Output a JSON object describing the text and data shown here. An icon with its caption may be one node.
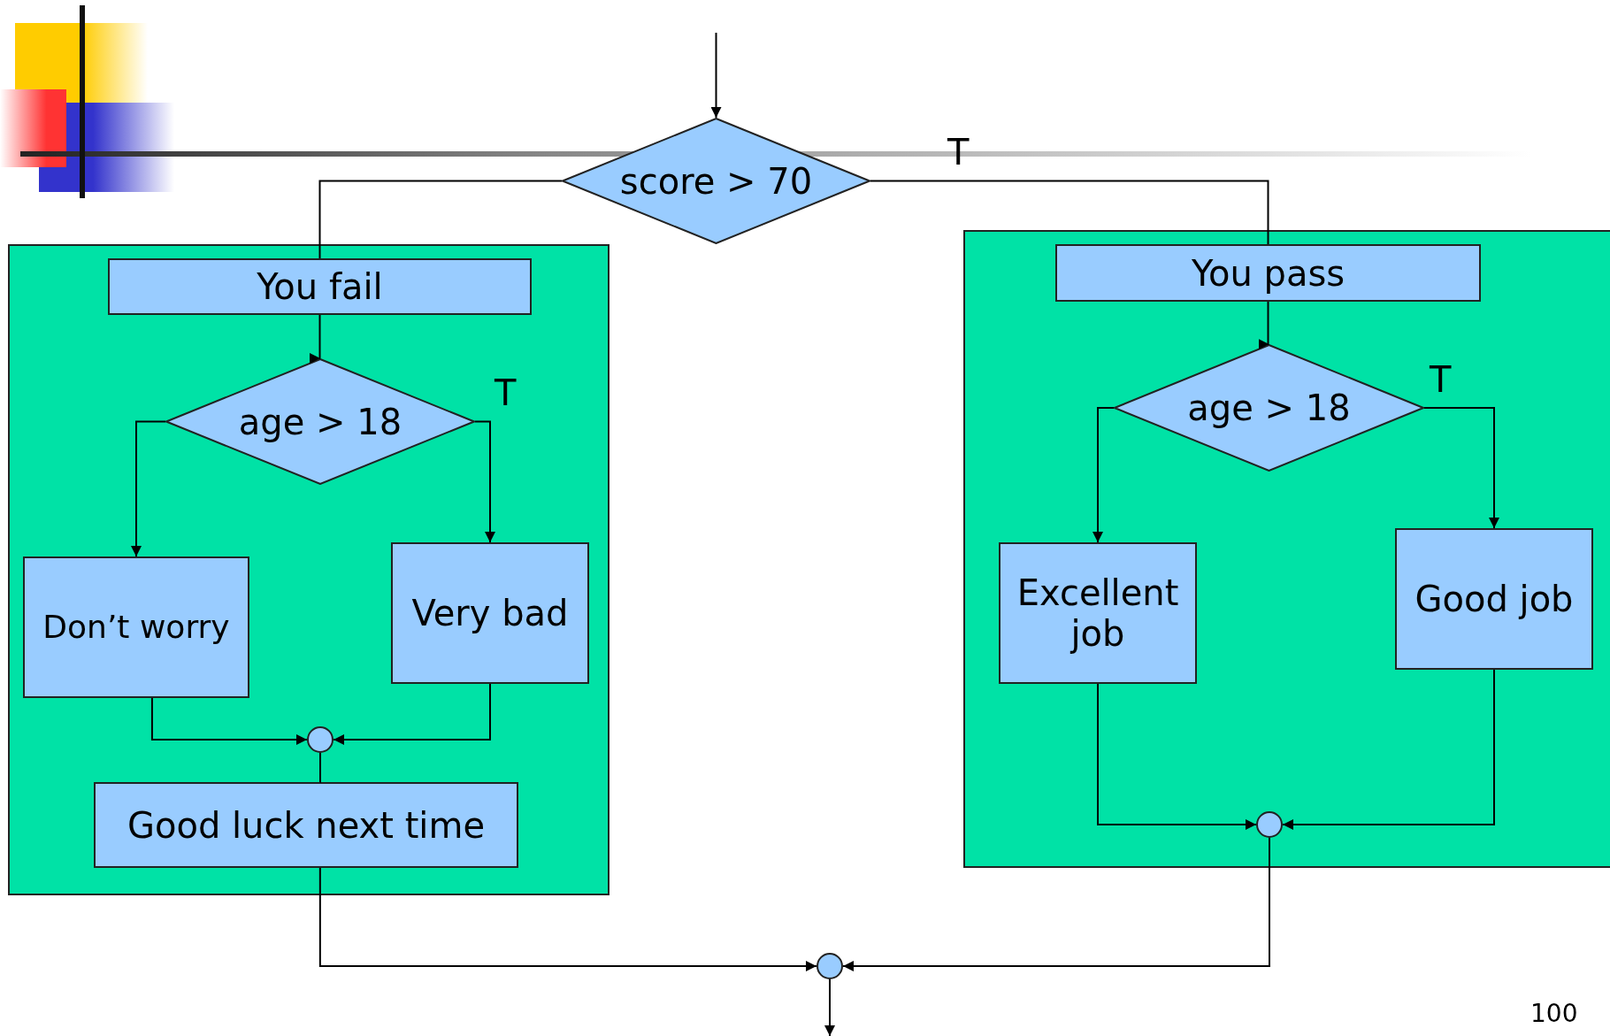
{
  "diagram": {
    "nodes": [
      {
        "text": [
          "score > 70"
        ]
      },
      {
        "text": [],
        "shape": "box"
      },
      {
        "text": [
          "You fail"
        ],
        "in": 1
      },
      {
        "text": [
          "age > 18"
        ],
        "in": 1
      },
      {
        "text": [
          "Don’t worry"
        ],
        "in": 1
      },
      {
        "text": [
          "Very bad"
        ],
        "in": 1
      },
      {
        "text": [],
        "shape": "circle",
        "in": 1
      },
      {
        "text": [
          "Good luck next time"
        ],
        "in": 1
      },
      {
        "text": [],
        "shape": "box"
      },
      {
        "text": [
          "You pass"
        ],
        "in": 8
      },
      {
        "text": [
          "age > 18"
        ],
        "in": 8
      },
      {
        "text": [
          "Excellent job"
        ],
        "in": 8
      },
      {
        "text": [
          "Good job"
        ],
        "in": 8
      },
      {
        "text": [],
        "shape": "circle",
        "in": 8
      },
      {
        "text": [],
        "shape": "circle"
      }
    ],
    "edges": [
      {
        "from": null,
        "to": 0,
        "arrow": "to"
      },
      {
        "from": 0,
        "to": 2,
        "arrow": "none"
      },
      {
        "from": 0,
        "to": 9,
        "arrow": "none",
        "label": "T"
      },
      {
        "from": 2,
        "to": 3,
        "arrow": "to"
      },
      {
        "from": 3,
        "to": 4,
        "arrow": "to"
      },
      {
        "from": 3,
        "to": 5,
        "arrow": "to",
        "label": "T"
      },
      {
        "from": 4,
        "to": 6,
        "arrow": "to"
      },
      {
        "from": 5,
        "to": 6,
        "arrow": "to"
      },
      {
        "from": 6,
        "to": 7,
        "arrow": "none"
      },
      {
        "from": 9,
        "to": 10,
        "arrow": "to"
      },
      {
        "from": 10,
        "to": 11,
        "arrow": "to"
      },
      {
        "from": 10,
        "to": 12,
        "arrow": "to",
        "label": "T"
      },
      {
        "from": 11,
        "to": 13,
        "arrow": "to"
      },
      {
        "from": 12,
        "to": 13,
        "arrow": "to"
      },
      {
        "from": 7,
        "to": 14,
        "arrow": "to"
      },
      {
        "from": 13,
        "to": 14,
        "arrow": "to"
      },
      {
        "from": 14,
        "to": null,
        "arrow": "to"
      }
    ],
    "labels": [
      "100"
    ]
  }
}
